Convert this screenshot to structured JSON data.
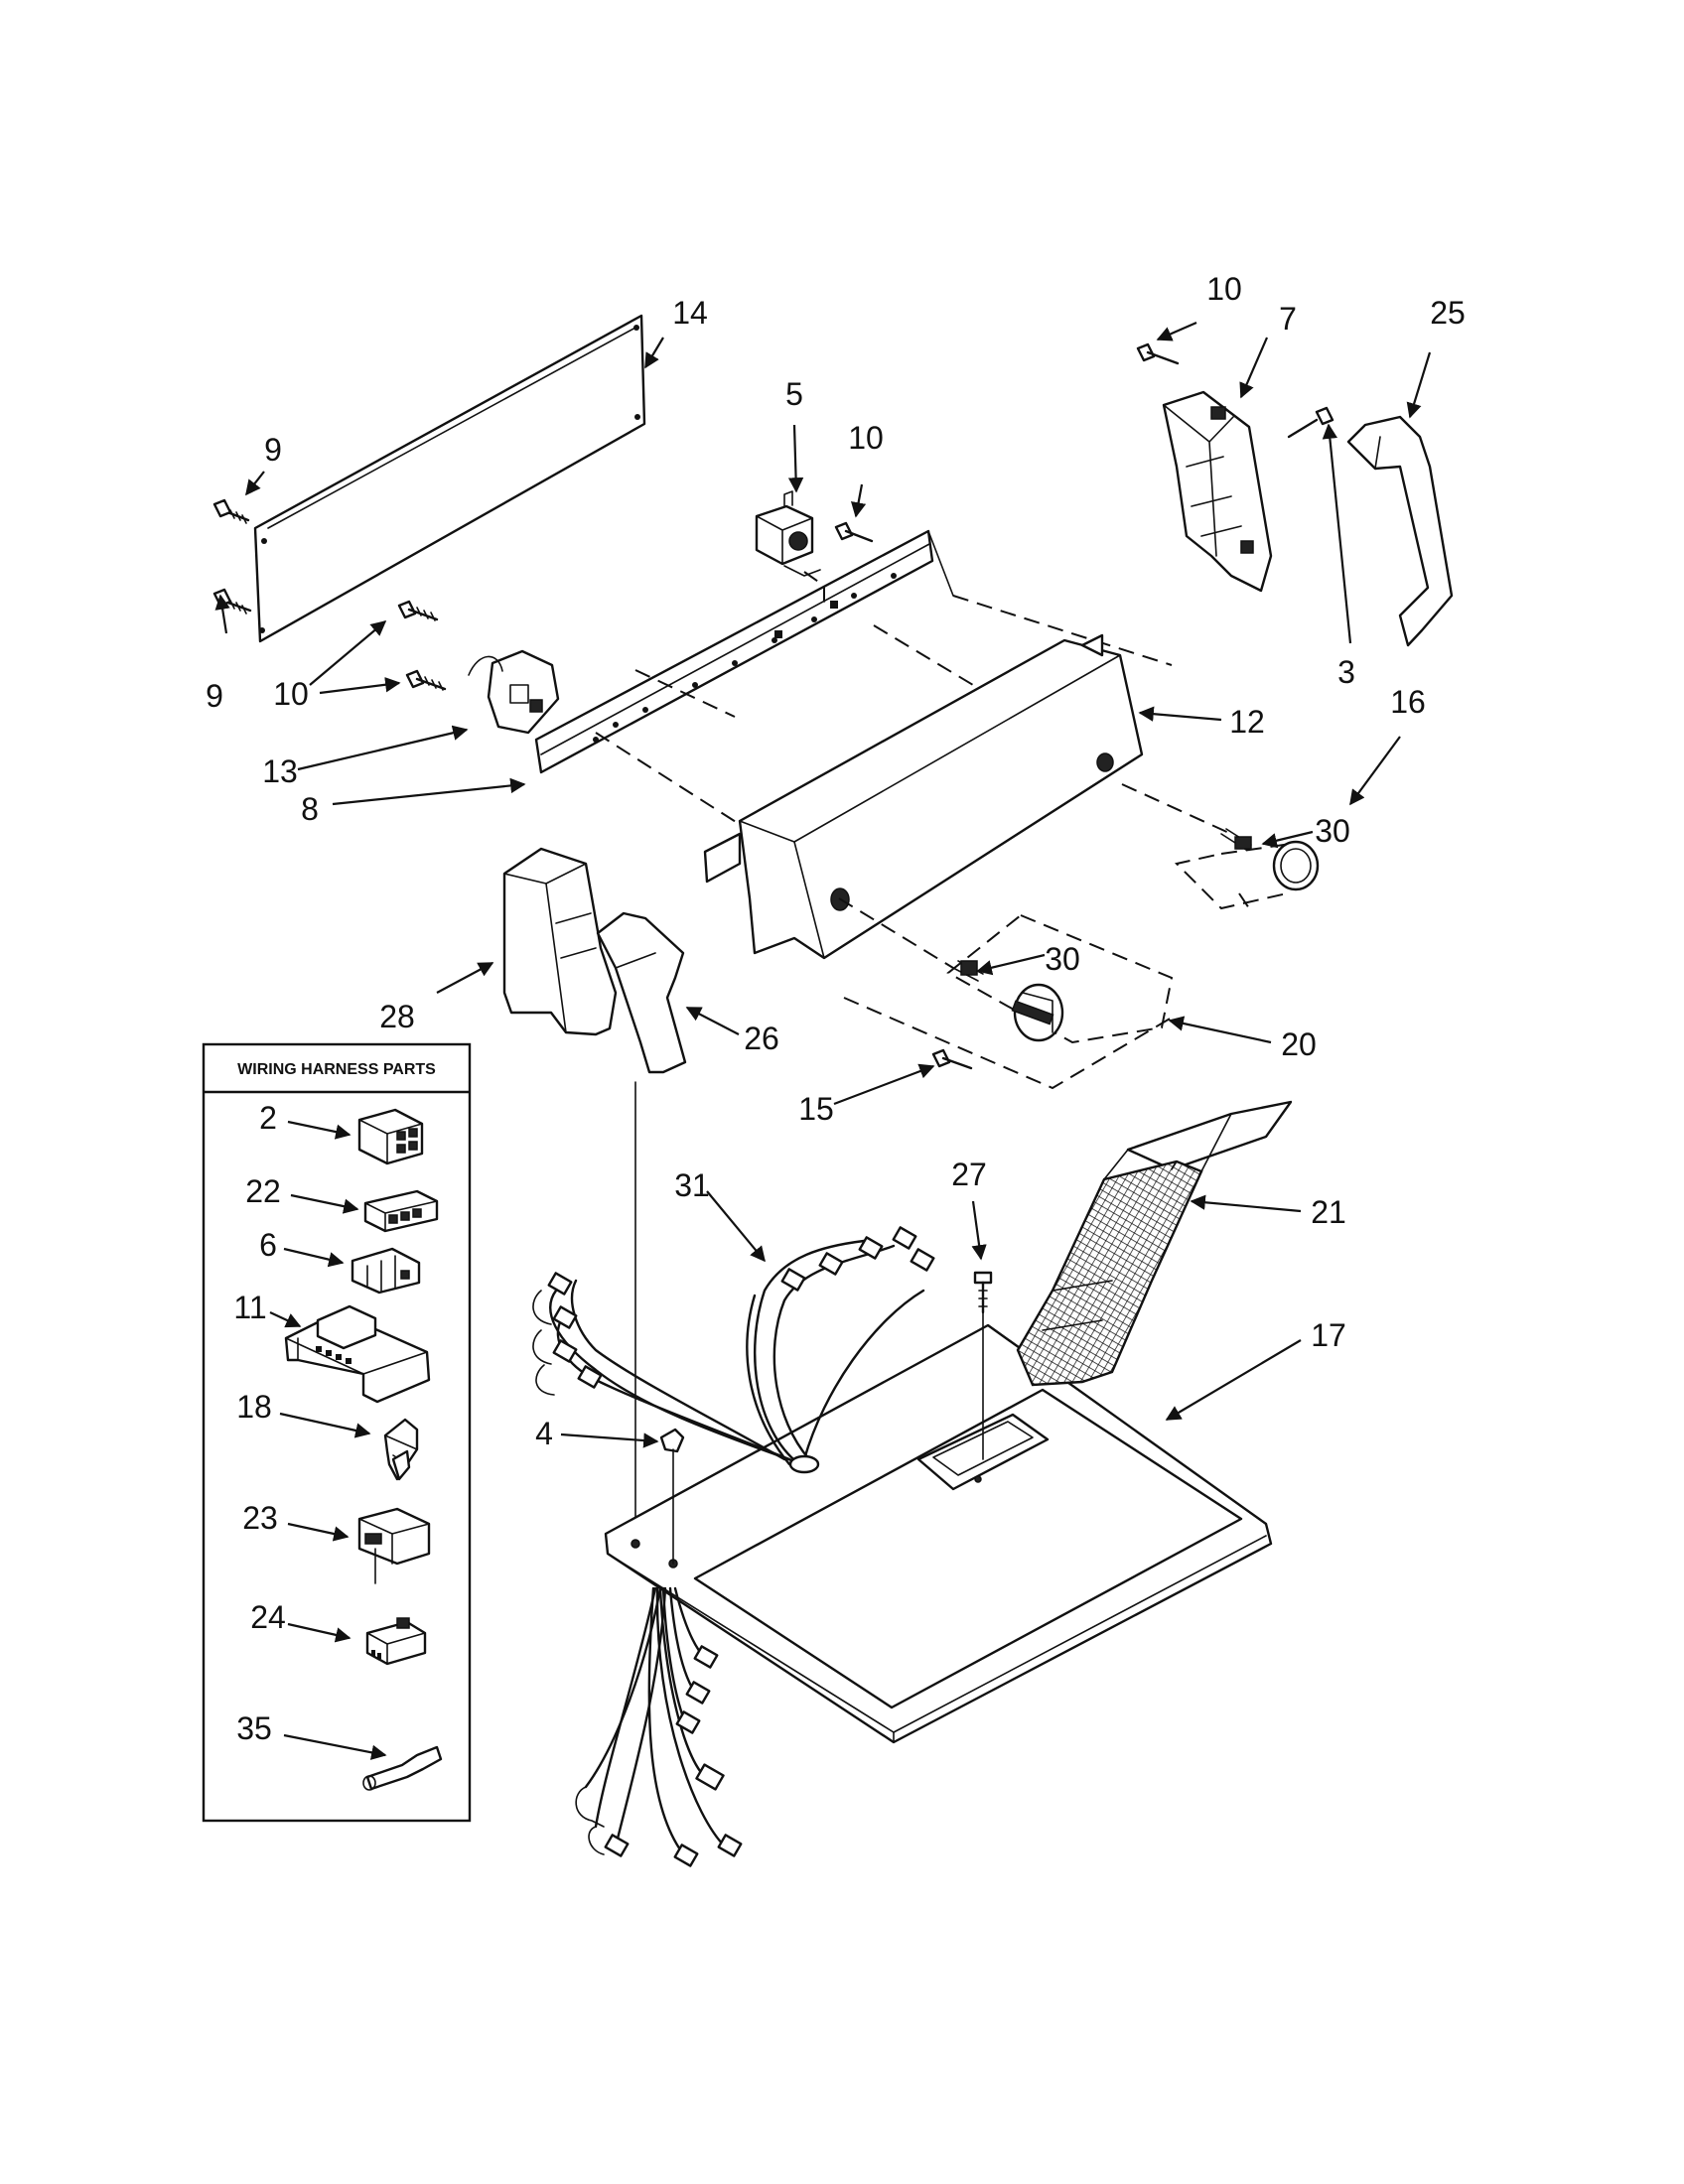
{
  "legend": {
    "title": "WIRING HARNESS PARTS",
    "items": [
      "2",
      "22",
      "6",
      "11",
      "18",
      "23",
      "24",
      "35"
    ]
  },
  "labels": {
    "p14": "14",
    "p9a": "9",
    "p9b": "9",
    "p5": "5",
    "p10a": "10",
    "p10b": "10",
    "p10c": "10",
    "p7": "7",
    "p25": "25",
    "p3": "3",
    "p13": "13",
    "p8": "8",
    "p12": "12",
    "p16": "16",
    "p30a": "30",
    "p30b": "30",
    "p28": "28",
    "p26": "26",
    "p20": "20",
    "p15": "15",
    "p31": "31",
    "p27": "27",
    "p21": "21",
    "p17": "17",
    "p4": "4"
  }
}
